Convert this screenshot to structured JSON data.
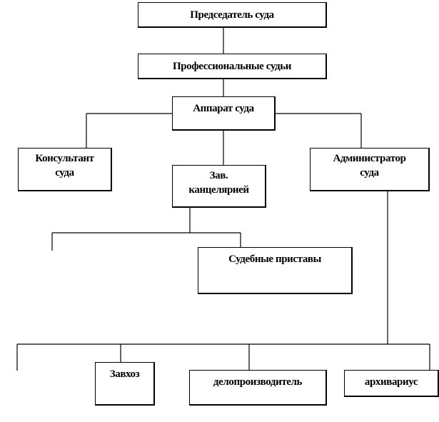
{
  "nodes": {
    "chairman": "Председатель суда",
    "judges": "Профессиональные судьи",
    "apparatus": "Аппарат суда",
    "consultant": [
      "Консультант",
      "суда"
    ],
    "office_head": [
      "Зав.",
      "канцелярией"
    ],
    "administrator": [
      "Администратор",
      "суда"
    ],
    "bailiffs": "Судебные приставы",
    "supply_manager": "Завхоз",
    "clerk": "делопроизводитель",
    "archivist": "архивариус"
  }
}
